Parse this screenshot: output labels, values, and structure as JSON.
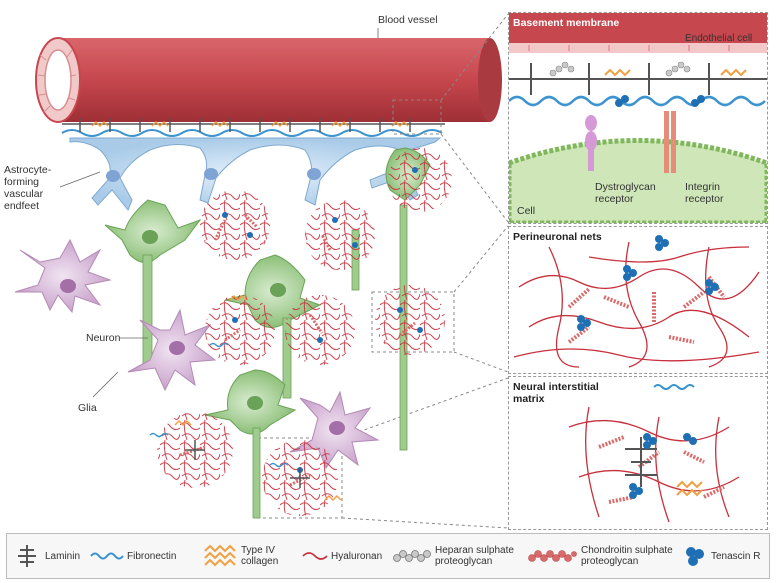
{
  "labels": {
    "blood_vessel": "Blood vessel",
    "astrocyte": [
      "Astrocyte-",
      "forming",
      "vascular",
      "endfeet"
    ],
    "neuron": "Neuron",
    "glia": "Glia"
  },
  "panels": {
    "basement": {
      "title": "Basement membrane",
      "endothelial": "Endothelial cell",
      "cell": "Cell",
      "dystroglycan": [
        "Dystroglycan",
        "receptor"
      ],
      "integrin": [
        "Integrin",
        "receptor"
      ]
    },
    "perineuronal": {
      "title": "Perineuronal nets"
    },
    "interstitial": {
      "title": [
        "Neural interstitial",
        "matrix"
      ]
    }
  },
  "legend": {
    "laminin": "Laminin",
    "fibronectin": "Fibronectin",
    "collagen": [
      "Type IV",
      "collagen"
    ],
    "hyaluronan": "Hyaluronan",
    "heparan": [
      "Heparan sulphate",
      "proteoglycan"
    ],
    "chondroitin": [
      "Chondroitin sulphate",
      "proteoglycan"
    ],
    "tenascin": "Tenascin R"
  },
  "colors": {
    "vessel": "#c6474d",
    "astrocyte": "#b9d6ef",
    "neuron": "#9fcb8c",
    "glia": "#d7b7d8",
    "hyaluronan": "#c8303c",
    "chondroitin": "#d96a6a",
    "fibronectin": "#3b93d0",
    "collagen": "#f0a040",
    "tenascin": "#1f6fb5",
    "laminin": "#555555"
  }
}
